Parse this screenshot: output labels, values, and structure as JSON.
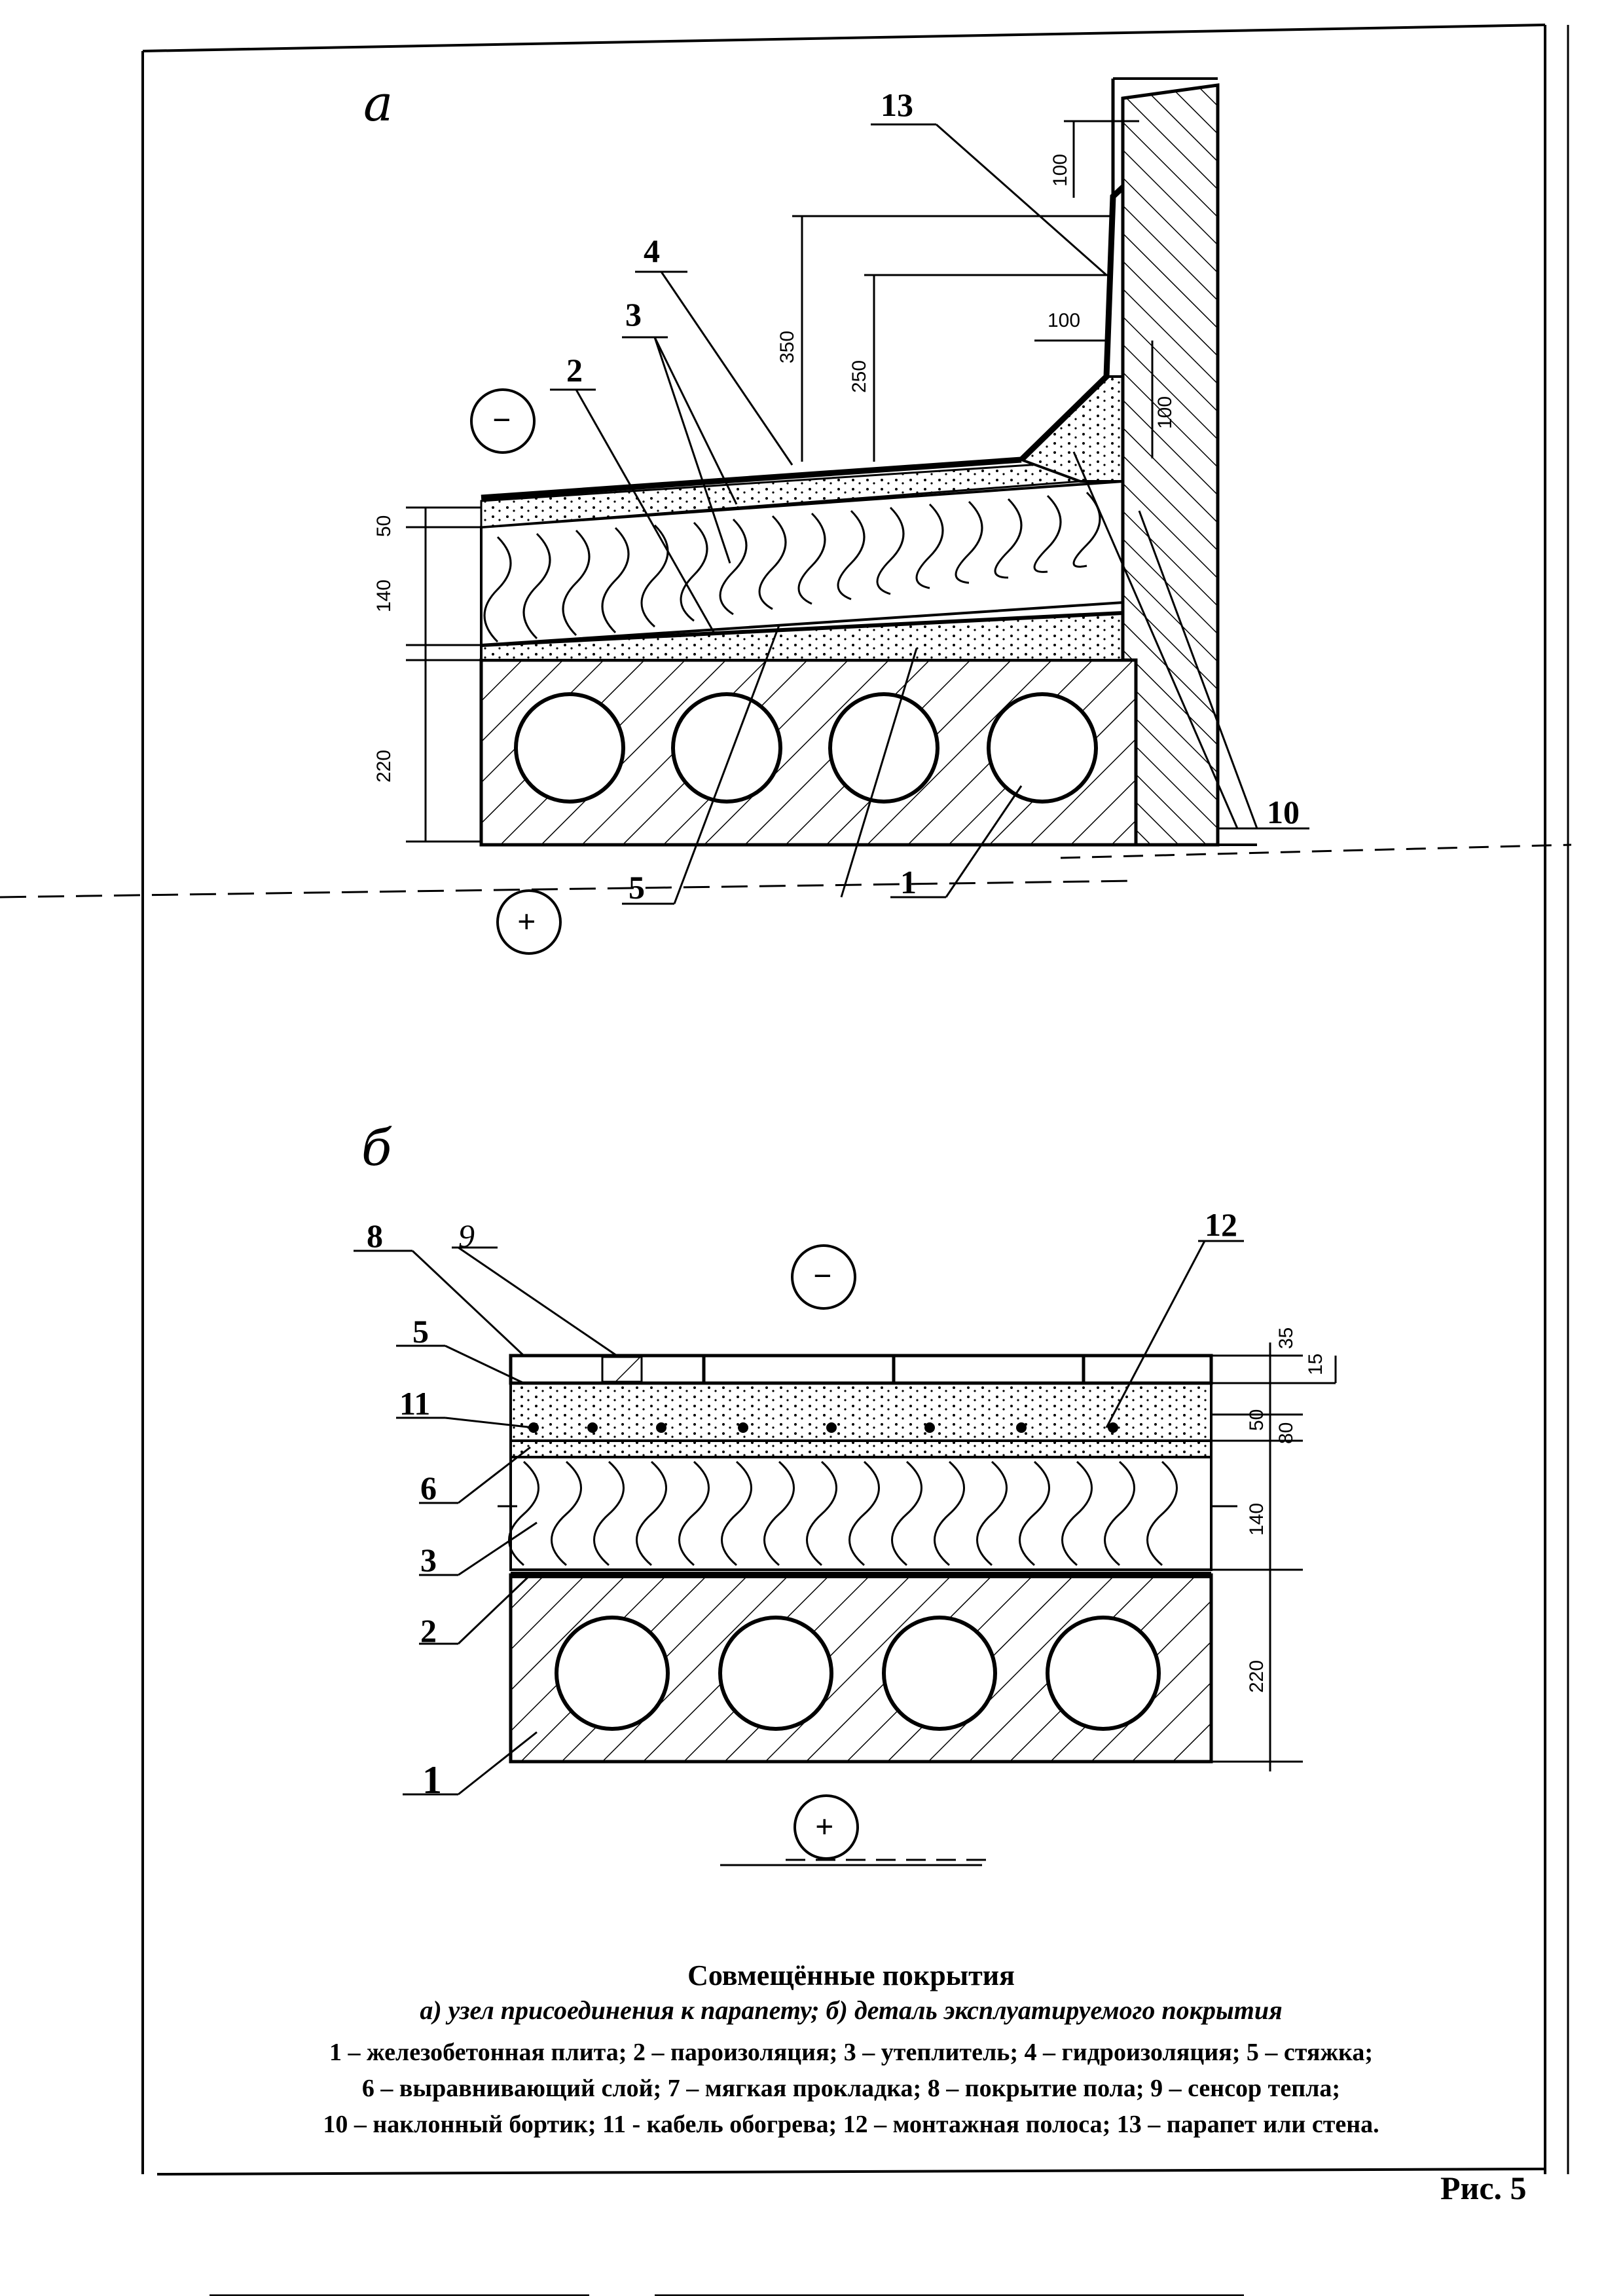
{
  "figure_a": {
    "letter": "а",
    "sign_minus": "−",
    "sign_plus": "+",
    "callouts": [
      "13",
      "4",
      "3",
      "2",
      "5",
      "1",
      "10"
    ],
    "dims": [
      "50",
      "140",
      "220",
      "350",
      "250",
      "100",
      "100",
      "100"
    ]
  },
  "figure_b": {
    "letter": "б",
    "sign_minus": "−",
    "sign_plus": "+",
    "callouts": [
      "8",
      "9",
      "12",
      "5",
      "11",
      "6",
      "3",
      "2",
      "1"
    ],
    "dims": [
      "35",
      "15",
      "50",
      "80",
      "140",
      "220"
    ]
  },
  "caption": {
    "title": "Совмещённые покрытия",
    "subtitle": "а) узел присоединения к парапету;  б) деталь эксплуатируемого покрытия",
    "legend_line1": "1 – железобетонная плита;  2 – пароизоляция;  3 – утеплитель;  4 – гидроизоляция;  5 – стяжка;",
    "legend_line2": "6 – выравнивающий слой;  7 – мягкая прокладка;  8 – покрытие пола;  9 – сенсор тепла;",
    "legend_line3": "10 – наклонный бортик;  11 - кабель  обогрева;  12 – монтажная полоса; 13 – парапет или стена."
  },
  "figure_number": "Рис. 5"
}
